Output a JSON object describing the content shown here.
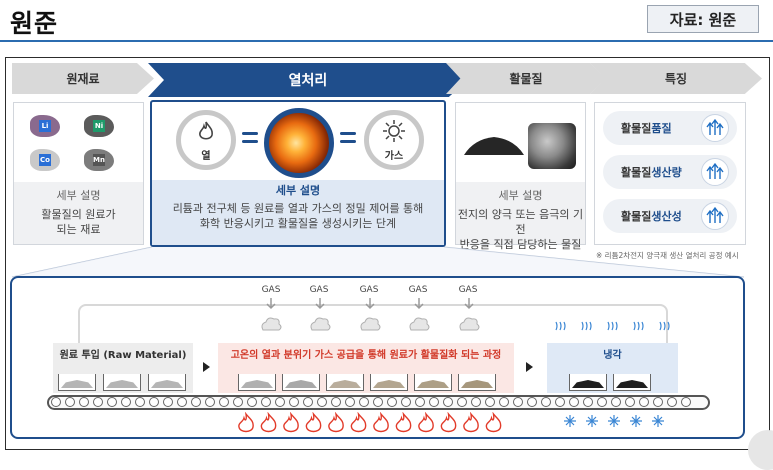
{
  "header": {
    "title": "원준",
    "source": "자료: 원준"
  },
  "stages": {
    "raw": "원재료",
    "heat": "열처리",
    "active": "활물질",
    "feature": "특징"
  },
  "panels": {
    "raw": {
      "elements": [
        "Li",
        "Ni",
        "Co",
        "Mn"
      ],
      "sub": "세부 설명",
      "desc_line1": "활물질의 원료가",
      "desc_line2": "되는 재료"
    },
    "heat": {
      "left_label": "열",
      "right_label": "가스",
      "sub": "세부 설명",
      "desc_line1": "리튬과 전구체 등 원료를 열과 가스의 정밀 제어를 통해",
      "desc_line2": "화학 반응시키고 활물질을 생성시키는 단계"
    },
    "active": {
      "sub": "세부 설명",
      "desc_line1": "전지의 양극 또는 음극의 기전",
      "desc_line2": "반응을 직접 담당하는 물질"
    },
    "feature": {
      "items": [
        {
          "prefix": "활물질 ",
          "highlight": "품질"
        },
        {
          "prefix": "활물질 ",
          "highlight": "생산량"
        },
        {
          "prefix": "활물질 ",
          "highlight": "생산성"
        }
      ]
    }
  },
  "footnote": "※ 리튬2차전지 양극재 생산 열처리 공정 예시",
  "process": {
    "gas_label": "GAS",
    "raw_zone": "원료 투입 (Raw Material)",
    "heat_zone": "고온의 열과 분위기 가스 공급을 통해 원료가 활물질화 되는 과정",
    "cool_zone": "냉각"
  },
  "colors": {
    "accent": "#1f4e8c",
    "heat_text": "#d23a2a",
    "cool_text": "#1f4e8c"
  }
}
